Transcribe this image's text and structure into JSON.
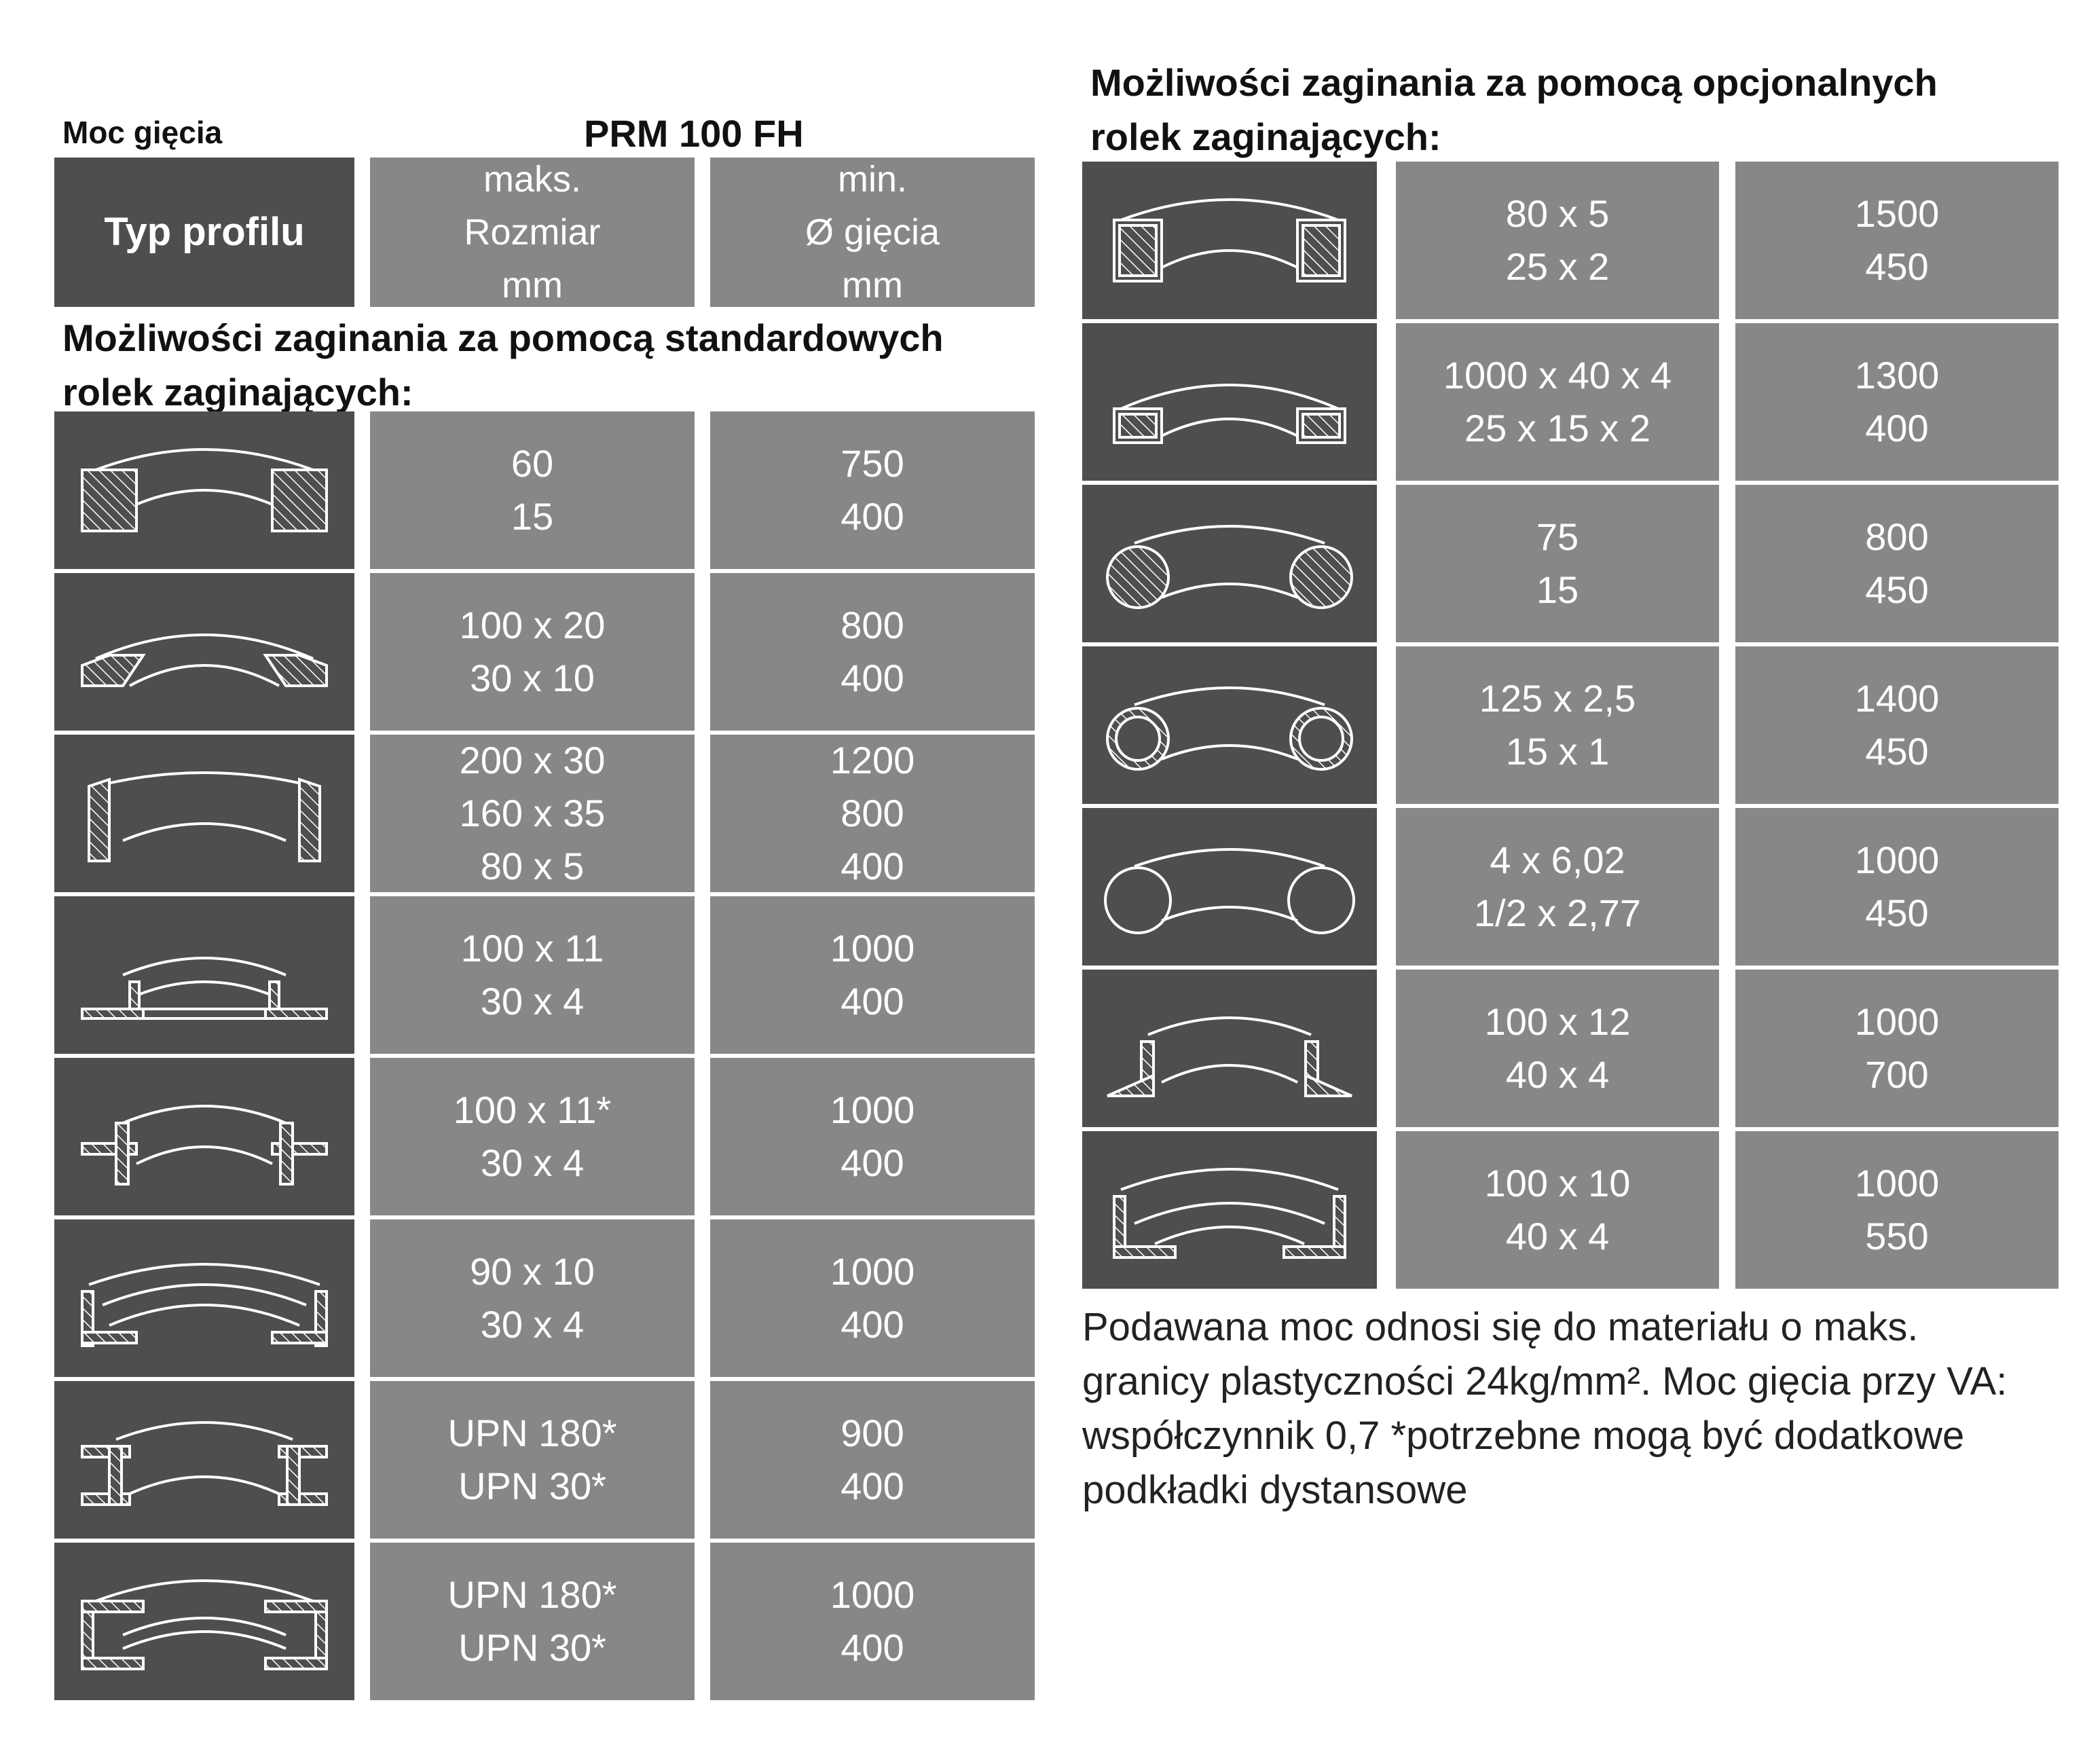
{
  "header": {
    "moc_label": "Moc gięcia",
    "model": "PRM 100 FH",
    "col_type": "Typ profilu",
    "col_max": "maks.\nRozmiar\nmm",
    "col_min": "min.\nØ gięcia\nmm"
  },
  "standard": {
    "title": "Możliwości zaginania za pomocą standardowych\nrolek zaginających:",
    "rows": [
      {
        "icon": "rectangle-bar-section-icon",
        "size": "60\n15",
        "dia": "750\n400"
      },
      {
        "icon": "flat-bar-section-icon",
        "size": "100 x 20\n30 x 10",
        "dia": "800\n400"
      },
      {
        "icon": "flat-bar-upright-section-icon",
        "size": "200 x 30\n160 x 35\n80 x 5",
        "dia": "1200\n800\n400"
      },
      {
        "icon": "t-profile-flange-out-section-icon",
        "size": "100 x 11\n30 x 4",
        "dia": "1000\n400"
      },
      {
        "icon": "t-profile-web-in-section-icon",
        "size": "100 x 11*\n30 x 4",
        "dia": "1000\n400"
      },
      {
        "icon": "angle-profile-section-icon",
        "size": "90 x 10\n30 x 4",
        "dia": "1000\n400"
      },
      {
        "icon": "upn-channel-web-vertical-icon",
        "size": "UPN 180*\nUPN 30*",
        "dia": "900\n400"
      },
      {
        "icon": "upn-channel-open-in-icon",
        "size": "UPN 180*\nUPN 30*",
        "dia": "1000\n400"
      }
    ]
  },
  "optional": {
    "title": "Możliwości zaginania za pomocą opcjonalnych\nrolek zaginających:",
    "rows": [
      {
        "icon": "square-tube-section-icon",
        "size": "80 x 5\n25 x 2",
        "dia": "1500\n450"
      },
      {
        "icon": "rectangular-tube-section-icon",
        "size": "1000 x 40 x 4\n25 x 15 x 2",
        "dia": "1300\n400"
      },
      {
        "icon": "round-bar-section-icon",
        "size": "75\n15",
        "dia": "800\n450"
      },
      {
        "icon": "round-tube-section-icon",
        "size": "125 x 2,5\n15 x 1",
        "dia": "1400\n450"
      },
      {
        "icon": "pipe-section-icon",
        "size": "4 x 6,02\n1/2 x 2,77",
        "dia": "1000\n450"
      },
      {
        "icon": "angle-flange-out-section-icon",
        "size": "100 x 12\n40 x 4",
        "dia": "1000\n700"
      },
      {
        "icon": "angle-flange-in-section-icon",
        "size": "100 x 10\n40 x 4",
        "dia": "1000\n550"
      }
    ]
  },
  "note": "Podawana moc odnosi się do materiału o maks.\ngranicy plastyczności 24kg/mm². Moc gięcia przy VA:\nwspółczynnik 0,7  *potrzebne mogą być dodatkowe\npodkładki dystansowe"
}
